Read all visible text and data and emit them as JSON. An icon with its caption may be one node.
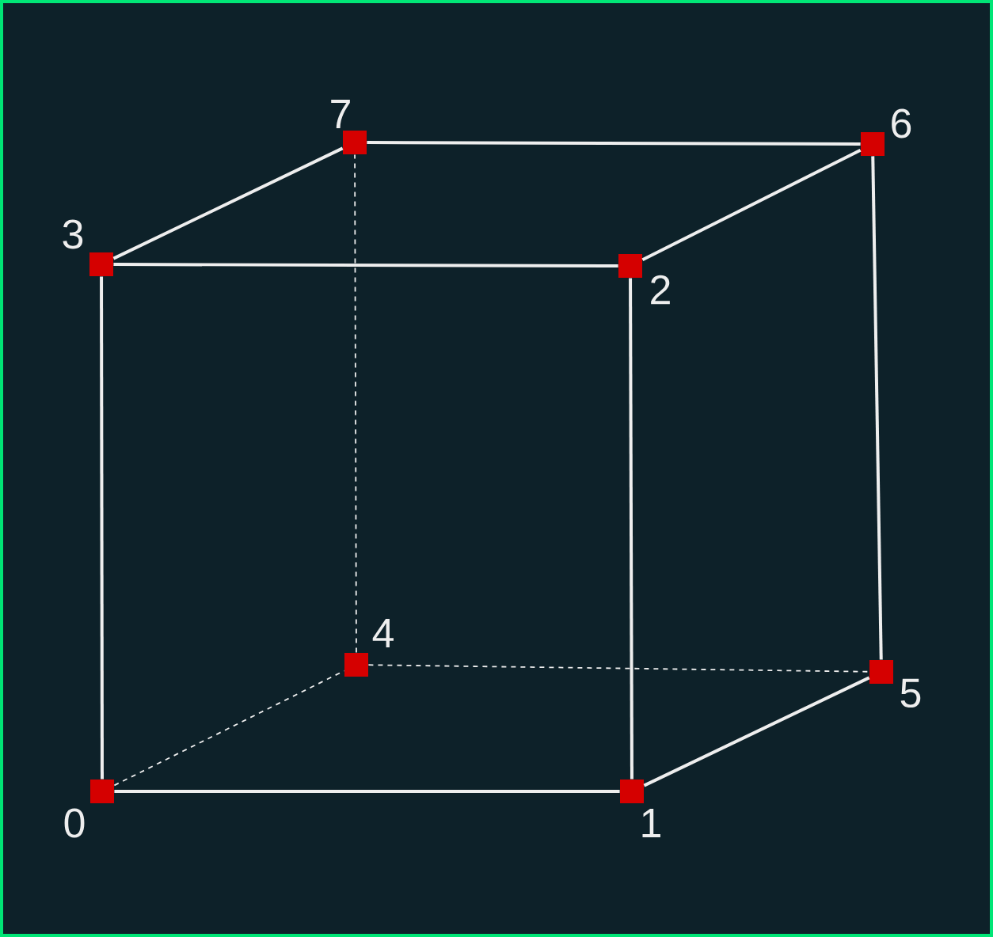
{
  "diagram": {
    "nodes": [
      {
        "text": [],
        "shape": "box",
        "beside": [
          "0"
        ]
      },
      {
        "text": [],
        "shape": "box",
        "beside": [
          "1"
        ]
      },
      {
        "text": [],
        "shape": "box",
        "beside": [
          "2"
        ]
      },
      {
        "text": [],
        "shape": "box",
        "beside": [
          "3"
        ]
      },
      {
        "text": [],
        "shape": "box",
        "beside": [
          "4"
        ]
      },
      {
        "text": [],
        "shape": "box",
        "beside": [
          "5"
        ]
      },
      {
        "text": [],
        "shape": "box",
        "beside": [
          "6"
        ]
      },
      {
        "text": [],
        "shape": "box",
        "beside": [
          "7"
        ]
      }
    ],
    "edges": [
      {
        "from": 0,
        "to": 1,
        "arrow": "none"
      },
      {
        "from": 1,
        "to": 2,
        "arrow": "none"
      },
      {
        "from": 2,
        "to": 3,
        "arrow": "none"
      },
      {
        "from": 3,
        "to": 0,
        "arrow": "none"
      },
      {
        "from": 3,
        "to": 7,
        "arrow": "none"
      },
      {
        "from": 7,
        "to": 6,
        "arrow": "none"
      },
      {
        "from": 6,
        "to": 2,
        "arrow": "none"
      },
      {
        "from": 6,
        "to": 5,
        "arrow": "none"
      },
      {
        "from": 5,
        "to": 1,
        "arrow": "none"
      },
      {
        "from": 0,
        "to": 4,
        "arrow": "none",
        "style": "dashed"
      },
      {
        "from": 4,
        "to": 5,
        "arrow": "none",
        "style": "dashed"
      },
      {
        "from": 4,
        "to": 7,
        "arrow": "none",
        "style": "dashed"
      }
    ]
  }
}
